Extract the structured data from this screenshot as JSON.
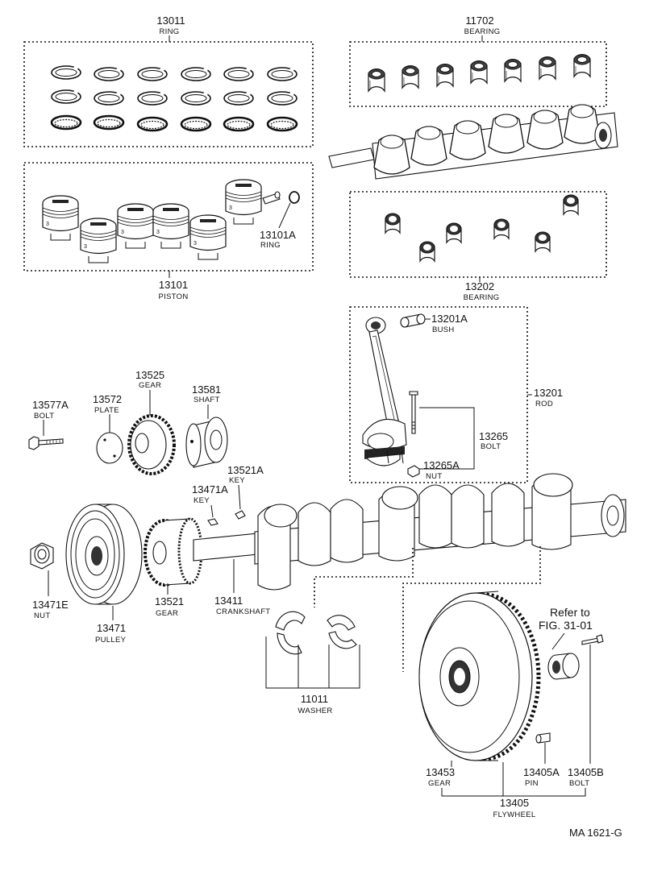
{
  "callouts": {
    "c13011": {
      "number": "13011",
      "name": "RING"
    },
    "c11702": {
      "number": "11702",
      "name": "BEARING"
    },
    "c13101A": {
      "number": "13101A",
      "name": "RING"
    },
    "c13101": {
      "number": "13101",
      "name": "PISTON"
    },
    "c13202": {
      "number": "13202",
      "name": "BEARING"
    },
    "c13201A": {
      "number": "13201A",
      "name": "BUSH"
    },
    "c13201": {
      "number": "13201",
      "name": "ROD"
    },
    "c13265": {
      "number": "13265",
      "name": "BOLT"
    },
    "c13265A": {
      "number": "13265A",
      "name": "NUT"
    },
    "c13525": {
      "number": "13525",
      "name": "GEAR"
    },
    "c13581": {
      "number": "13581",
      "name": "SHAFT"
    },
    "c13577A": {
      "number": "13577A",
      "name": "BOLT"
    },
    "c13572": {
      "number": "13572",
      "name": "PLATE"
    },
    "c13521A": {
      "number": "13521A",
      "name": "KEY"
    },
    "c13471A": {
      "number": "13471A",
      "name": "KEY"
    },
    "c13471E": {
      "number": "13471E",
      "name": "NUT"
    },
    "c13471": {
      "number": "13471",
      "name": "PULLEY"
    },
    "c13521": {
      "number": "13521",
      "name": "GEAR"
    },
    "c13411": {
      "number": "13411",
      "name": "CRANKSHAFT"
    },
    "c11011": {
      "number": "11011",
      "name": "WASHER"
    },
    "c13453": {
      "number": "13453",
      "name": "GEAR"
    },
    "c13405A": {
      "number": "13405A",
      "name": "PIN"
    },
    "c13405B": {
      "number": "13405B",
      "name": "BOLT"
    },
    "c13405": {
      "number": "13405",
      "name": "FLYWHEEL"
    }
  },
  "reference_note": {
    "line1": "Refer to",
    "line2": "FIG. 31-01"
  },
  "figure_code": "MA 1621-G"
}
